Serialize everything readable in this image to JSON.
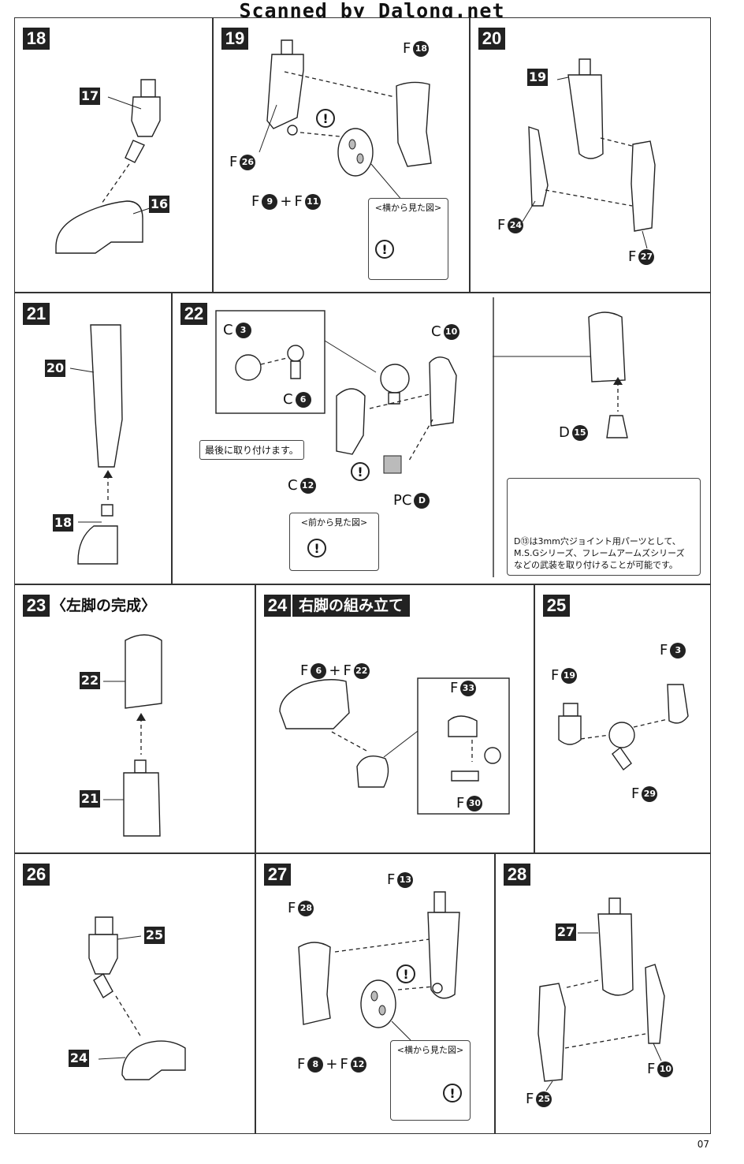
{
  "watermark": "Scanned by Dalong.net",
  "page_number": "07",
  "notes": {
    "side_view": "<横から見た図>",
    "front_view": "<前から見た図>",
    "attach_last": "最後に取り付けます。",
    "info_line1": "D⑬は3mm穴ジョイント用パーツとして、",
    "info_line2": "M.S.Gシリーズ、フレームアームズシリーズ",
    "info_line3": "などの武装を取り付けることが可能です。"
  },
  "steps": {
    "s18": {
      "num": "18",
      "labels": {
        "a": "17",
        "b": "16"
      }
    },
    "s19": {
      "num": "19",
      "pre": "F",
      "labels": {
        "a": "18",
        "b": "26",
        "c1": "9",
        "plus": "+",
        "c2": "11"
      }
    },
    "s20": {
      "num": "20",
      "pre": "F",
      "labels": {
        "a": "19",
        "b": "24",
        "c": "27"
      }
    },
    "s21": {
      "num": "21",
      "labels": {
        "a": "20",
        "b": "18"
      }
    },
    "s22": {
      "num": "22",
      "pre_c": "C",
      "pre_d": "D",
      "pre_pc": "PC",
      "labels": {
        "c3": "3",
        "c6": "6",
        "c10": "10",
        "c12": "12",
        "pcd": "D",
        "d15": "15",
        "d13": "13"
      }
    },
    "s23": {
      "num": "23",
      "title": "〈左脚の完成〉",
      "labels": {
        "a": "22",
        "b": "21"
      }
    },
    "s24": {
      "num": "24",
      "title": "右脚の組み立て",
      "pre": "F",
      "labels": {
        "a1": "6",
        "plus": "+",
        "a2": "22",
        "b": "33",
        "c": "30"
      }
    },
    "s25": {
      "num": "25",
      "pre": "F",
      "labels": {
        "a": "3",
        "b": "19",
        "c": "29"
      }
    },
    "s26": {
      "num": "26",
      "labels": {
        "a": "25",
        "b": "24"
      }
    },
    "s27": {
      "num": "27",
      "pre": "F",
      "labels": {
        "a": "13",
        "b": "28",
        "c1": "8",
        "plus": "+",
        "c2": "12"
      }
    },
    "s28": {
      "num": "28",
      "pre": "F",
      "labels": {
        "a": "27",
        "b": "10",
        "c": "25"
      }
    }
  }
}
